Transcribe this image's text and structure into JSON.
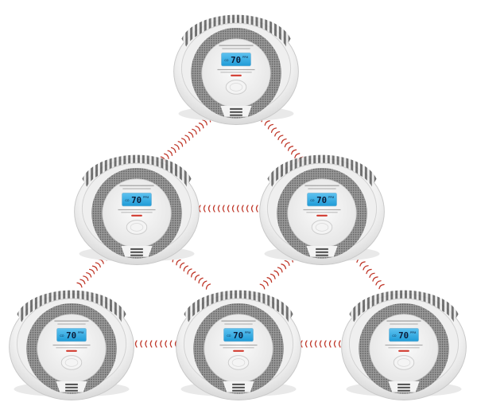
{
  "scene": {
    "description_visible": false,
    "background": "#ffffff",
    "detector_count": 6,
    "connection_color": "#c0392b",
    "accent_lcd": "#1e9bd7"
  },
  "detectors": [
    {
      "id": "top",
      "display": "70"
    },
    {
      "id": "mid-left",
      "display": "70"
    },
    {
      "id": "mid-right",
      "display": "70"
    },
    {
      "id": "bottom-left",
      "display": "70"
    },
    {
      "id": "bottom-center",
      "display": "70"
    },
    {
      "id": "bottom-right",
      "display": "70"
    }
  ]
}
